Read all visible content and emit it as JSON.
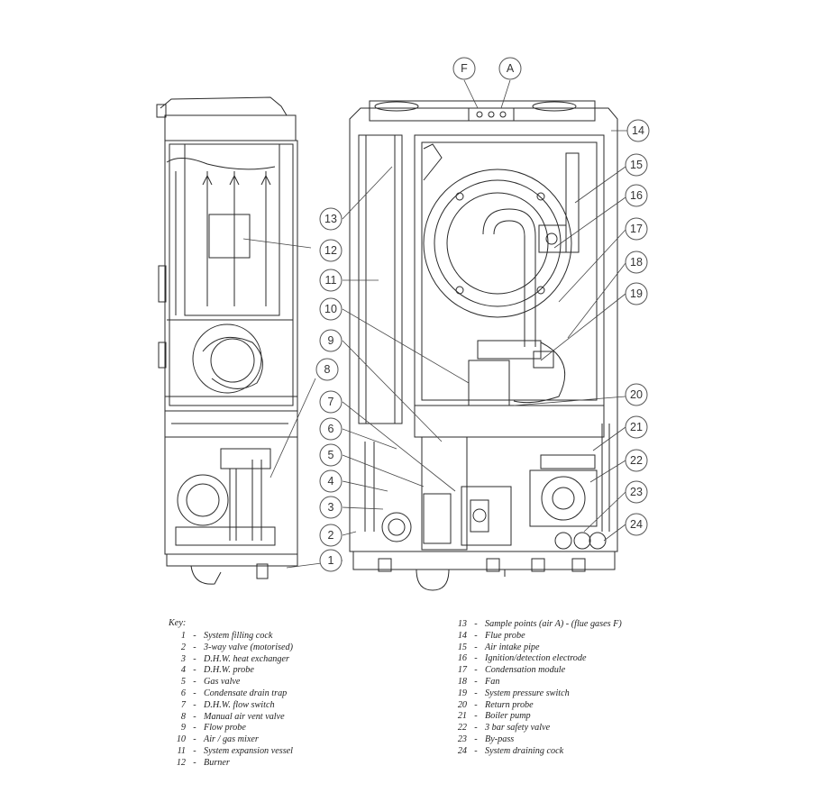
{
  "callouts": [
    {
      "label": "F"
    },
    {
      "label": "A"
    },
    {
      "label": "1"
    },
    {
      "label": "2"
    },
    {
      "label": "3"
    },
    {
      "label": "4"
    },
    {
      "label": "5"
    },
    {
      "label": "6"
    },
    {
      "label": "7"
    },
    {
      "label": "8"
    },
    {
      "label": "9"
    },
    {
      "label": "10"
    },
    {
      "label": "11"
    },
    {
      "label": "12"
    },
    {
      "label": "13"
    },
    {
      "label": "14"
    },
    {
      "label": "15"
    },
    {
      "label": "16"
    },
    {
      "label": "17"
    },
    {
      "label": "18"
    },
    {
      "label": "19"
    },
    {
      "label": "20"
    },
    {
      "label": "21"
    },
    {
      "label": "22"
    },
    {
      "label": "23"
    },
    {
      "label": "24"
    }
  ],
  "key": {
    "title": "Key:",
    "separator": "-",
    "items": [
      {
        "num": "1",
        "text": "System filling cock"
      },
      {
        "num": "2",
        "text": "3-way valve (motorised)"
      },
      {
        "num": "3",
        "text": "D.H.W. heat exchanger"
      },
      {
        "num": "4",
        "text": "D.H.W. probe"
      },
      {
        "num": "5",
        "text": "Gas valve"
      },
      {
        "num": "6",
        "text": "Condensate drain trap"
      },
      {
        "num": "7",
        "text": "D.H.W. flow switch"
      },
      {
        "num": "8",
        "text": "Manual air vent valve"
      },
      {
        "num": "9",
        "text": "Flow probe"
      },
      {
        "num": "10",
        "text": "Air / gas mixer"
      },
      {
        "num": "11",
        "text": "System expansion vessel"
      },
      {
        "num": "12",
        "text": "Burner"
      },
      {
        "num": "13",
        "text": "Sample points (air A) - (flue gases F)"
      },
      {
        "num": "14",
        "text": "Flue probe"
      },
      {
        "num": "15",
        "text": "Air intake pipe"
      },
      {
        "num": "16",
        "text": "Ignition/detection electrode"
      },
      {
        "num": "17",
        "text": "Condensation module"
      },
      {
        "num": "18",
        "text": "Fan"
      },
      {
        "num": "19",
        "text": "System pressure switch"
      },
      {
        "num": "20",
        "text": "Return probe"
      },
      {
        "num": "21",
        "text": "Boiler pump"
      },
      {
        "num": "22",
        "text": "3 bar safety valve"
      },
      {
        "num": "23",
        "text": "By-pass"
      },
      {
        "num": "24",
        "text": "System draining cock"
      }
    ]
  }
}
